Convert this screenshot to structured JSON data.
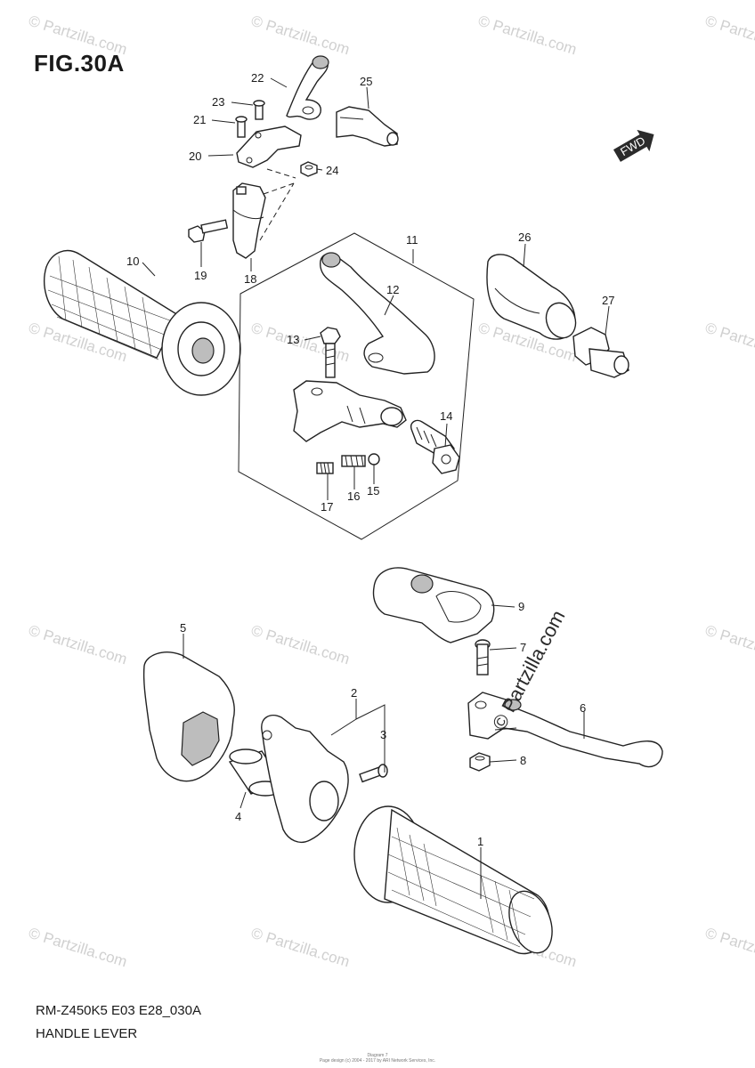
{
  "figure_title": "FIG.30A",
  "model_code": "RM-Z450K5 E03 E28_030A",
  "section_name": "HANDLE LEVER",
  "fwd_badge": "FWD",
  "watermark": "© Partzilla.com",
  "watermark_center": "© Partzilla.com",
  "copyright_line1": "Diagram 7",
  "copyright_line2": "Page design (c) 2004 - 2017 by ARI Network Services, Inc.",
  "callouts": {
    "c1": "1",
    "c2": "2",
    "c3": "3",
    "c4": "4",
    "c5": "5",
    "c6": "6",
    "c7": "7",
    "c8": "8",
    "c9": "9",
    "c10": "10",
    "c11": "11",
    "c12": "12",
    "c13": "13",
    "c14": "14",
    "c15": "15",
    "c16": "16",
    "c17": "17",
    "c18": "18",
    "c19": "19",
    "c20": "20",
    "c21": "21",
    "c22": "22",
    "c23": "23",
    "c24": "24",
    "c25": "25",
    "c26": "26",
    "c27": "27"
  }
}
